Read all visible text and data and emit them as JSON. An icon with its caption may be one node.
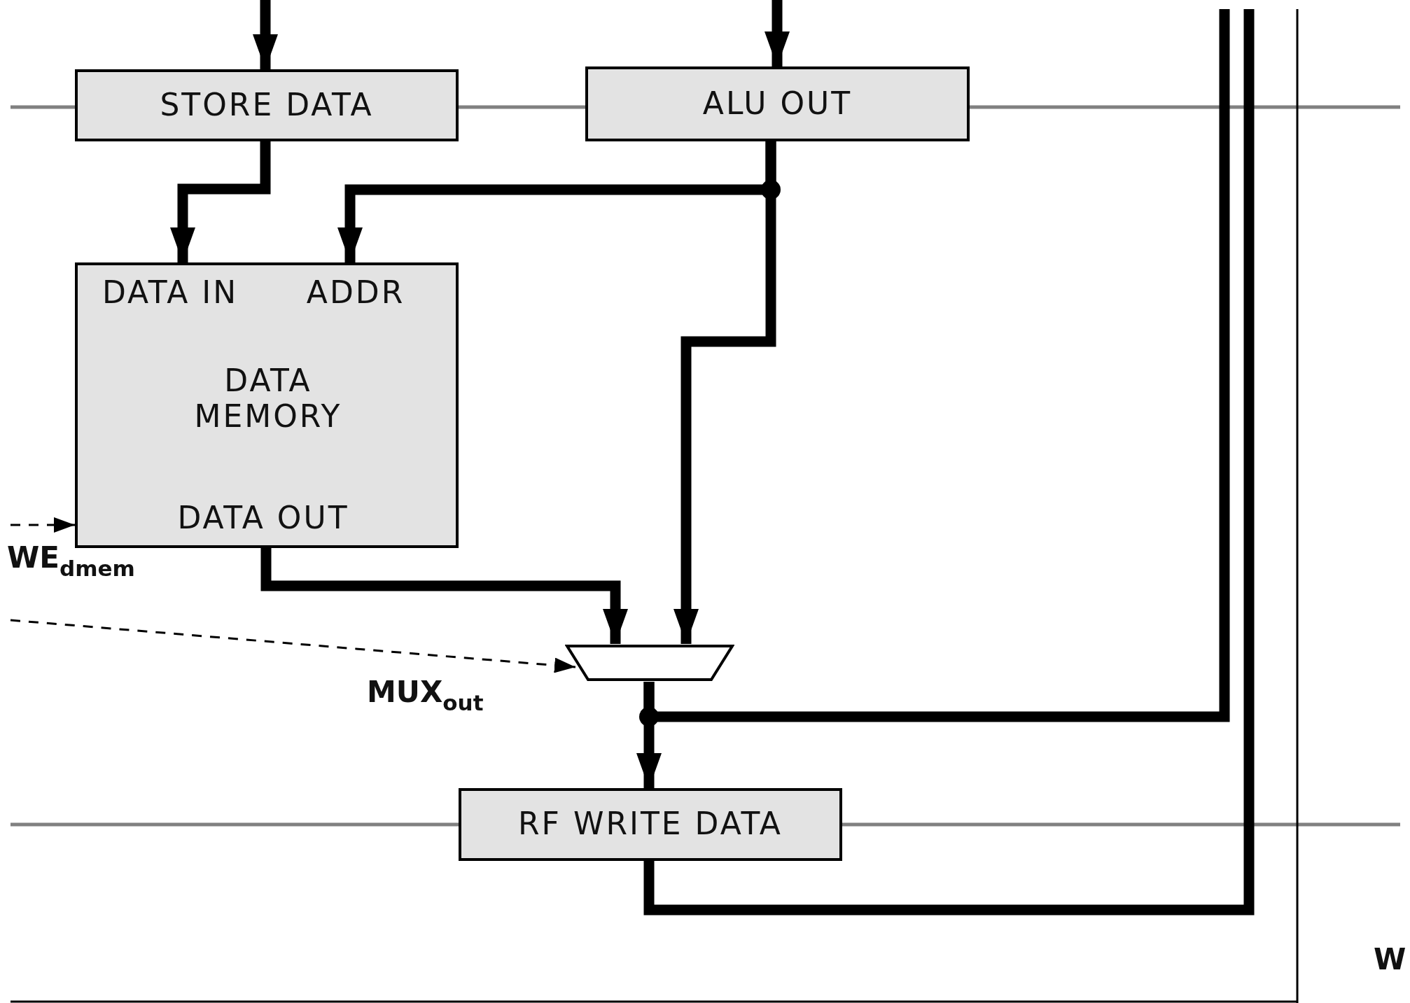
{
  "diagram": {
    "nodes": [
      {
        "text": [
          "STORE DATA"
        ]
      },
      {
        "text": [
          "ALU OUT"
        ]
      },
      {
        "text": [
          "DATA IN",
          "ADDR",
          "DATA MEMORY",
          "DATA OUT"
        ]
      },
      {
        "text": [],
        "shape": "trapezoid"
      },
      {
        "text": [
          "RF WRITE DATA"
        ]
      }
    ],
    "edges": [
      {
        "from": null,
        "to": 0,
        "arrow": "to"
      },
      {
        "from": null,
        "to": 1,
        "arrow": "to"
      },
      {
        "from": 0,
        "to": 2,
        "arrow": "to"
      },
      {
        "from": 1,
        "to": 2,
        "arrow": "to"
      },
      {
        "from": 1,
        "to": 3,
        "arrow": "to"
      },
      {
        "from": 2,
        "to": 3,
        "arrow": "to"
      },
      {
        "from": 3,
        "to": 4,
        "arrow": "to"
      },
      {
        "from": 3,
        "to": null,
        "arrow": "none"
      },
      {
        "from": 4,
        "to": null,
        "arrow": "none"
      },
      {
        "from": null,
        "to": 2,
        "arrow": "to",
        "style": "dashed"
      },
      {
        "from": null,
        "to": 3,
        "arrow": "to",
        "style": "dashed"
      }
    ],
    "labels": [
      "WE$_{dmem}$",
      "MUX$_{out}$",
      "W"
    ]
  }
}
